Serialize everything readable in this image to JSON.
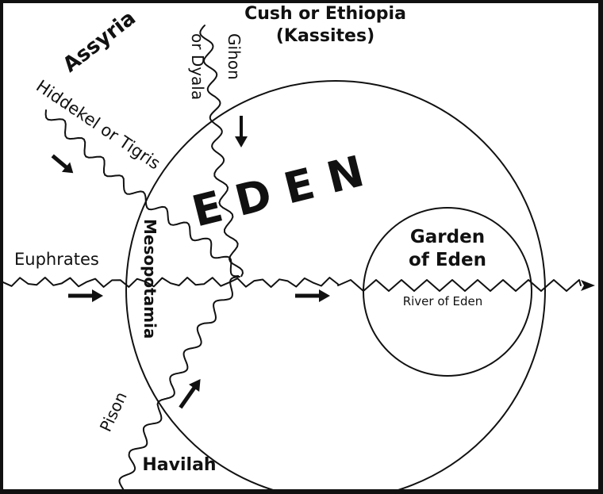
{
  "labels": {
    "cush": "Cush or Ethiopia",
    "kassites": "(Kassites)",
    "assyria": "Assyria",
    "gihon": "Gihon",
    "dyala": "or Dyala",
    "tigris": "Hiddekel or Tigris",
    "eden": "E D E N",
    "mesopotamia": "Mesopotamia",
    "euphrates": "Euphrates",
    "garden_line1": "Garden",
    "garden_line2": "of Eden",
    "river_of_eden": "River of Eden",
    "pison": "Pison",
    "havilah": "Havilah"
  }
}
